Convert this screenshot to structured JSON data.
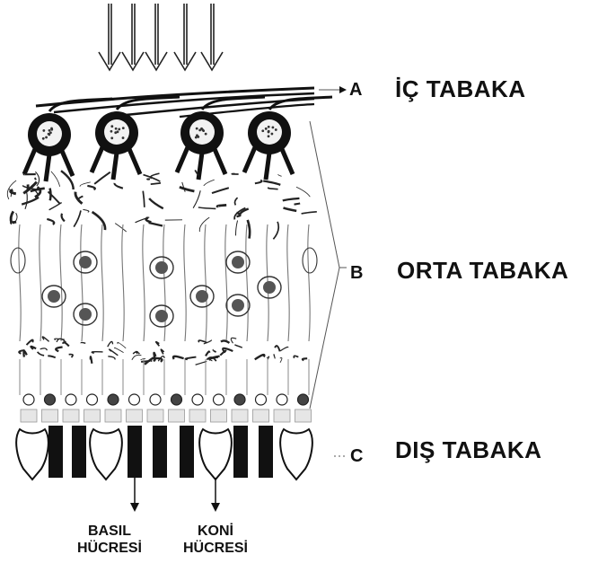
{
  "labels": {
    "a": {
      "letter": "A",
      "name": "İÇ TABAKA"
    },
    "b": {
      "letter": "B",
      "name": "ORTA TABAKA"
    },
    "c": {
      "letter": "C",
      "name": "DIŞ TABAKA"
    }
  },
  "cell_labels": {
    "basil": {
      "line1": "BASIL",
      "line2": "HÜCRESİ"
    },
    "koni": {
      "line1": "KONİ",
      "line2": "HÜCRESİ"
    }
  },
  "colors": {
    "ink": "#111111",
    "paper": "#ffffff"
  }
}
